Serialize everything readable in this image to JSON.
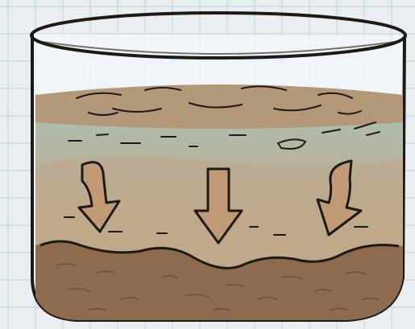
{
  "illustration": {
    "subject": "beaker-sedimentation",
    "colors": {
      "paper": "#e9eef1",
      "grid_line": "#c3d0d9",
      "outline": "#1c1a18",
      "glass_tint": "#f1f6f8",
      "murky_surface": "#b39877",
      "water_mid": "#a8c5ba",
      "water_turbid": "#c0a88a",
      "sediment": "#8d6b4c",
      "sediment_dark": "#6f5038",
      "arrow_fill": "#c09a75"
    },
    "arrows": [
      {
        "direction": "down-curved-right",
        "icon": "curved-down-arrow-icon"
      },
      {
        "direction": "down",
        "icon": "down-arrow-icon"
      },
      {
        "direction": "down-curved-left",
        "icon": "curved-down-arrow-icon"
      }
    ]
  }
}
